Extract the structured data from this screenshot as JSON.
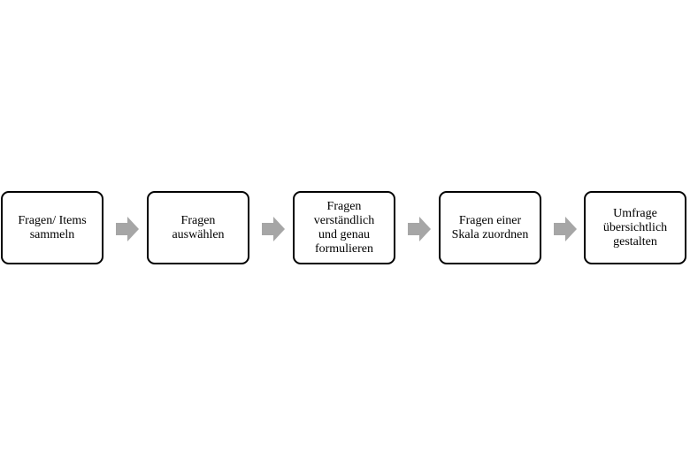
{
  "diagram": {
    "type": "process-flow",
    "steps": [
      {
        "label": "Fragen/ Items\nsammeln"
      },
      {
        "label": "Fragen\nauswählen"
      },
      {
        "label": "Fragen\nverständlich\nund genau\nformulieren"
      },
      {
        "label": "Fragen einer\nSkala zuordnen"
      },
      {
        "label": "Umfrage\nübersichtlich\ngestalten"
      }
    ],
    "colors": {
      "box_border": "#000000",
      "box_fill": "#ffffff",
      "arrow": "#a6a6a6",
      "text": "#000000"
    }
  }
}
